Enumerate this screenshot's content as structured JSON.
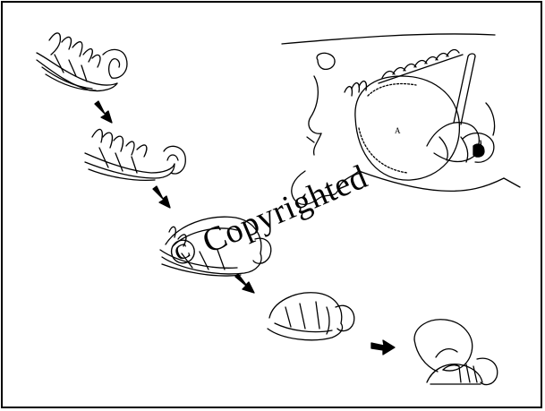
{
  "figure": {
    "stages": [
      "stage-1",
      "stage-2",
      "stage-3",
      "stage-4",
      "stage-5"
    ],
    "inset_label": "A"
  },
  "watermark": {
    "symbol": "©",
    "text": "Copyrighted"
  },
  "colors": {
    "ink": "#000000",
    "background": "#ffffff"
  }
}
